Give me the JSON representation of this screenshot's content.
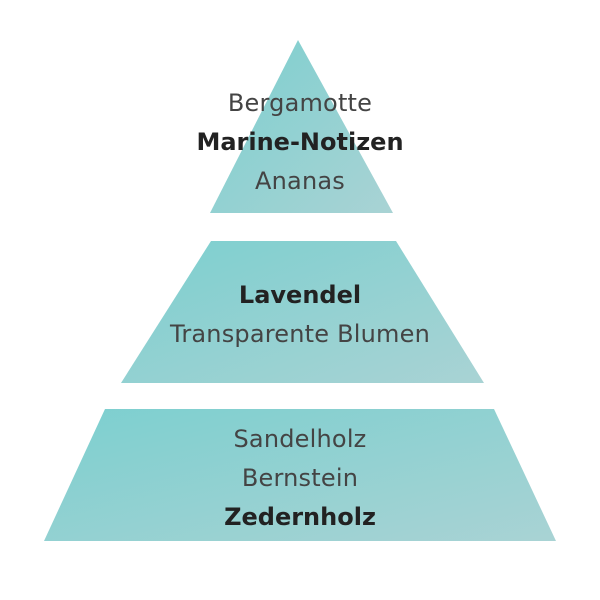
{
  "colors": {
    "tier_fill_start": "#7ccfcf",
    "tier_fill_end": "#a9d3d4",
    "text": "#444444",
    "text_bold": "#222222"
  },
  "pyramid": {
    "top": {
      "notes": [
        {
          "text": "Bergamotte",
          "bold": false
        },
        {
          "text": "Marine-Notizen",
          "bold": true
        },
        {
          "text": "Ananas",
          "bold": false
        }
      ]
    },
    "middle": {
      "notes": [
        {
          "text": "Lavendel",
          "bold": true
        },
        {
          "text": "Transparente Blumen",
          "bold": false
        }
      ]
    },
    "bottom": {
      "notes": [
        {
          "text": "Sandelholz",
          "bold": false
        },
        {
          "text": "Bernstein",
          "bold": false
        },
        {
          "text": "Zedernholz",
          "bold": true
        }
      ]
    }
  }
}
